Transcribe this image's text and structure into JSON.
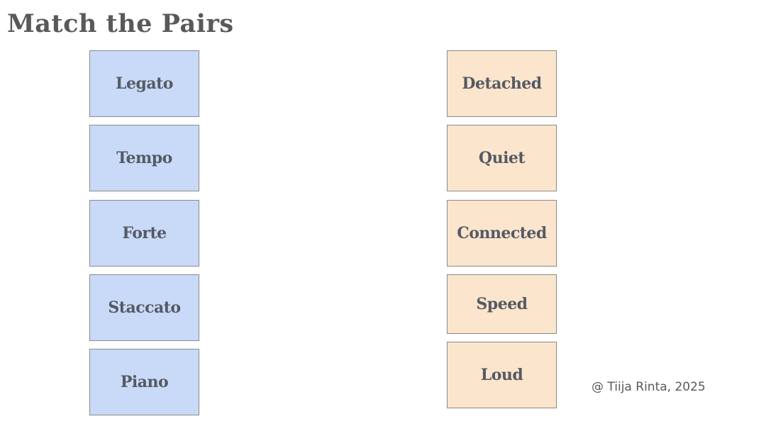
{
  "title": "Match the Pairs",
  "left_column": {
    "items": [
      "Legato",
      "Tempo",
      "Forte",
      "Staccato",
      "Piano"
    ],
    "color": "#c9daf8"
  },
  "right_column": {
    "items": [
      "Detached",
      "Quiet",
      "Connected",
      "Speed",
      "Loud"
    ],
    "color": "#fce5cd"
  },
  "credit": "@ Tiija Rinta, 2025"
}
